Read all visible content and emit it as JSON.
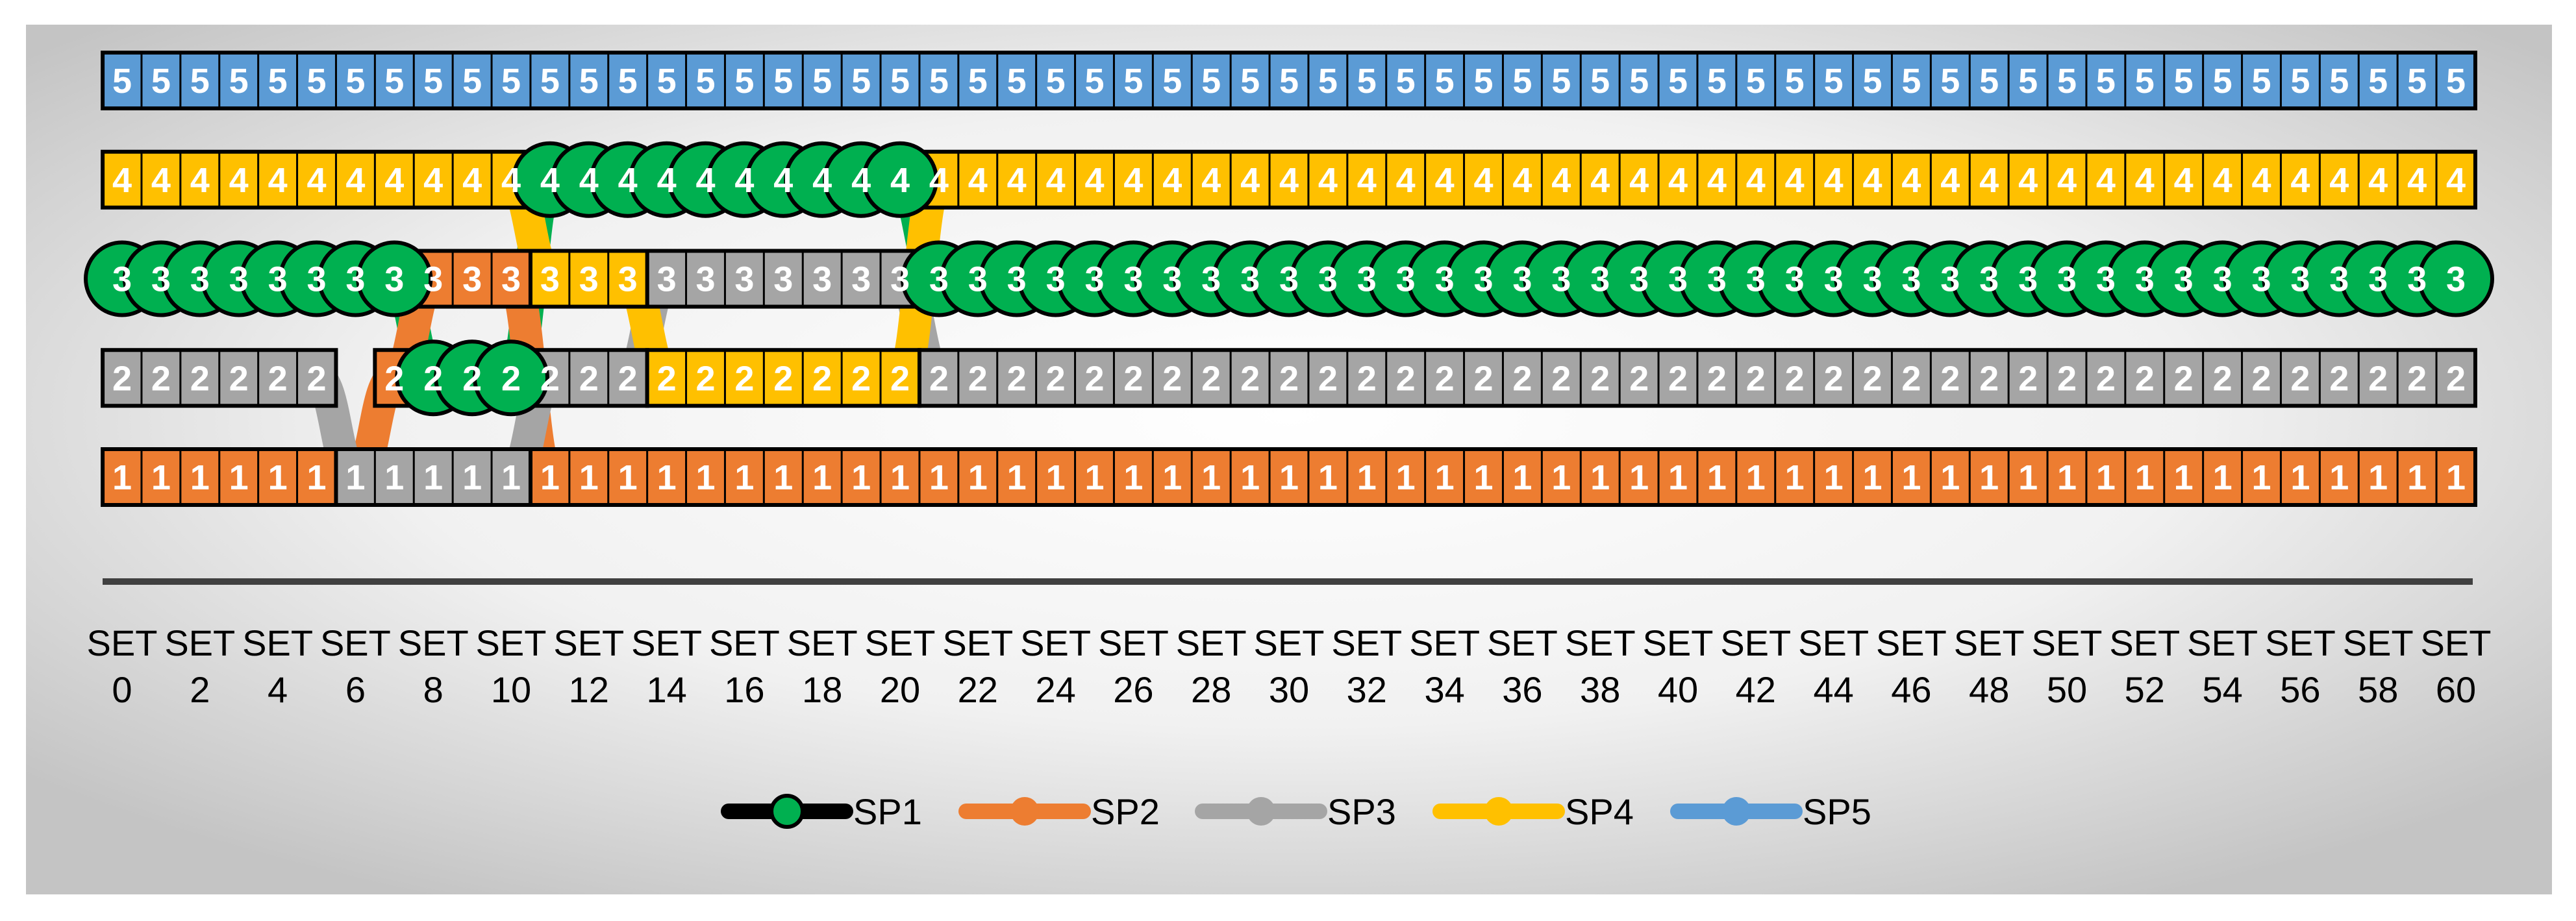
{
  "chart_data": {
    "type": "line",
    "title": "",
    "xlabel": "",
    "ylabel": "",
    "x_prefix": "SET",
    "x_ticks": [
      0,
      2,
      4,
      6,
      8,
      10,
      12,
      14,
      16,
      18,
      20,
      22,
      24,
      26,
      28,
      30,
      32,
      34,
      36,
      38,
      40,
      42,
      44,
      46,
      48,
      50,
      52,
      54,
      56,
      58,
      60
    ],
    "xlim": [
      0,
      60
    ],
    "ylim": [
      1,
      5
    ],
    "y_visible": false,
    "grid": false,
    "legend_position": "bottom",
    "x": [
      0,
      1,
      2,
      3,
      4,
      5,
      6,
      7,
      8,
      9,
      10,
      11,
      12,
      13,
      14,
      15,
      16,
      17,
      18,
      19,
      20,
      21,
      22,
      23,
      24,
      25,
      26,
      27,
      28,
      29,
      30,
      31,
      32,
      33,
      34,
      35,
      36,
      37,
      38,
      39,
      40,
      41,
      42,
      43,
      44,
      45,
      46,
      47,
      48,
      49,
      50,
      51,
      52,
      53,
      54,
      55,
      56,
      57,
      58,
      59,
      60
    ],
    "series": [
      {
        "name": "SP1",
        "color": "#00B050",
        "line_color": "#000000",
        "values": [
          3,
          3,
          3,
          3,
          3,
          3,
          3,
          3,
          2,
          2,
          2,
          4,
          4,
          4,
          4,
          4,
          4,
          4,
          4,
          4,
          4,
          3,
          3,
          3,
          3,
          3,
          3,
          3,
          3,
          3,
          3,
          3,
          3,
          3,
          3,
          3,
          3,
          3,
          3,
          3,
          3,
          3,
          3,
          3,
          3,
          3,
          3,
          3,
          3,
          3,
          3,
          3,
          3,
          3,
          3,
          3,
          3,
          3,
          3,
          3,
          3
        ]
      },
      {
        "name": "SP2",
        "color": "#ED7D31",
        "values": [
          1,
          1,
          1,
          1,
          1,
          1,
          1,
          2,
          3,
          3,
          3,
          1,
          1,
          1,
          1,
          1,
          1,
          1,
          1,
          1,
          1,
          1,
          1,
          1,
          1,
          1,
          1,
          1,
          1,
          1,
          1,
          1,
          1,
          1,
          1,
          1,
          1,
          1,
          1,
          1,
          1,
          1,
          1,
          1,
          1,
          1,
          1,
          1,
          1,
          1,
          1,
          1,
          1,
          1,
          1,
          1,
          1,
          1,
          1,
          1,
          1
        ]
      },
      {
        "name": "SP3",
        "color": "#A5A5A5",
        "values": [
          2,
          2,
          2,
          2,
          2,
          2,
          1,
          1,
          1,
          1,
          1,
          2,
          2,
          2,
          3,
          3,
          3,
          3,
          3,
          3,
          3,
          2,
          2,
          2,
          2,
          2,
          2,
          2,
          2,
          2,
          2,
          2,
          2,
          2,
          2,
          2,
          2,
          2,
          2,
          2,
          2,
          2,
          2,
          2,
          2,
          2,
          2,
          2,
          2,
          2,
          2,
          2,
          2,
          2,
          2,
          2,
          2,
          2,
          2,
          2,
          2
        ]
      },
      {
        "name": "SP4",
        "color": "#FFC000",
        "values": [
          4,
          4,
          4,
          4,
          4,
          4,
          4,
          4,
          4,
          4,
          4,
          3,
          3,
          3,
          2,
          2,
          2,
          2,
          2,
          2,
          2,
          4,
          4,
          4,
          4,
          4,
          4,
          4,
          4,
          4,
          4,
          4,
          4,
          4,
          4,
          4,
          4,
          4,
          4,
          4,
          4,
          4,
          4,
          4,
          4,
          4,
          4,
          4,
          4,
          4,
          4,
          4,
          4,
          4,
          4,
          4,
          4,
          4,
          4,
          4,
          4
        ]
      },
      {
        "name": "SP5",
        "color": "#5B9BD5",
        "values": [
          5,
          5,
          5,
          5,
          5,
          5,
          5,
          5,
          5,
          5,
          5,
          5,
          5,
          5,
          5,
          5,
          5,
          5,
          5,
          5,
          5,
          5,
          5,
          5,
          5,
          5,
          5,
          5,
          5,
          5,
          5,
          5,
          5,
          5,
          5,
          5,
          5,
          5,
          5,
          5,
          5,
          5,
          5,
          5,
          5,
          5,
          5,
          5,
          5,
          5,
          5,
          5,
          5,
          5,
          5,
          5,
          5,
          5,
          5,
          5,
          5
        ]
      }
    ]
  }
}
